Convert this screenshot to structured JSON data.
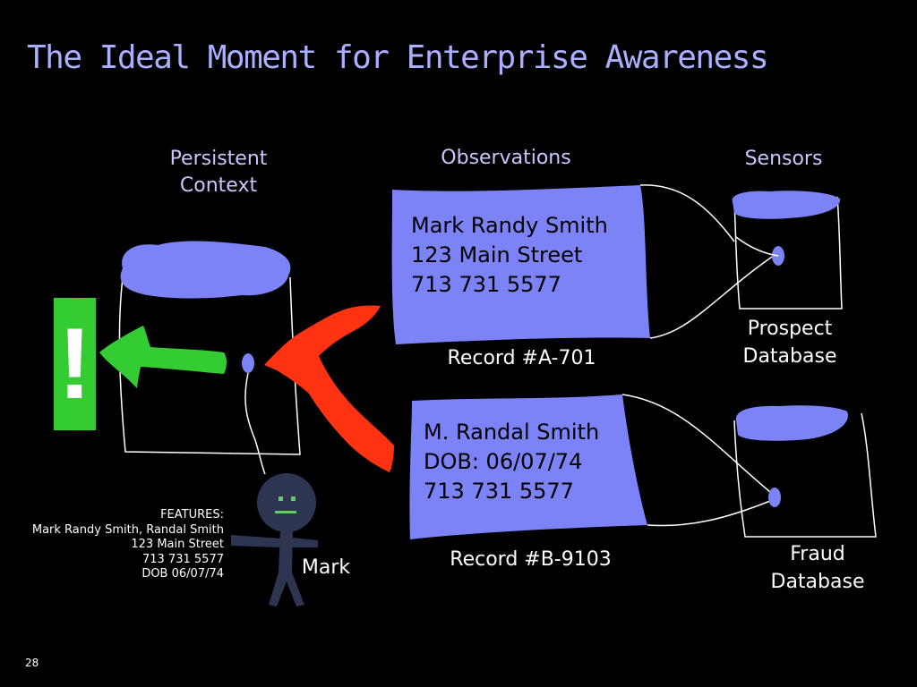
{
  "slide": {
    "title": "The Ideal Moment for Enterprise Awareness",
    "page_number": "28"
  },
  "columns": {
    "persistent_context": "Persistent\nContext",
    "observations": "Observations",
    "sensors": "Sensors"
  },
  "records": [
    {
      "lines": [
        "Mark Randy Smith",
        "123 Main Street",
        "713 731 5577"
      ],
      "caption": "Record #A-701"
    },
    {
      "lines": [
        "M. Randal Smith",
        "DOB: 06/07/74",
        "713 731 5577"
      ],
      "caption": "Record #B-9103"
    }
  ],
  "databases": {
    "prospect": "Prospect\nDatabase",
    "fraud": "Fraud\nDatabase"
  },
  "person": {
    "name": "Mark"
  },
  "features": {
    "heading": "FEATURES:",
    "lines": [
      "Mark Randy Smith, Randal Smith",
      "123 Main Street",
      "713 731 5577",
      "DOB 06/07/74"
    ]
  },
  "alert": {
    "symbol": "!"
  },
  "colors": {
    "background": "#000000",
    "title": "#aab0ff",
    "label": "#c8c8ff",
    "record_fill": "#7b83f6",
    "db_fill": "#7b83f6",
    "match_arrow": "#ff3311",
    "alert_arrow": "#33cc33",
    "alert_box": "#33cc33",
    "person": "#2e3550"
  }
}
